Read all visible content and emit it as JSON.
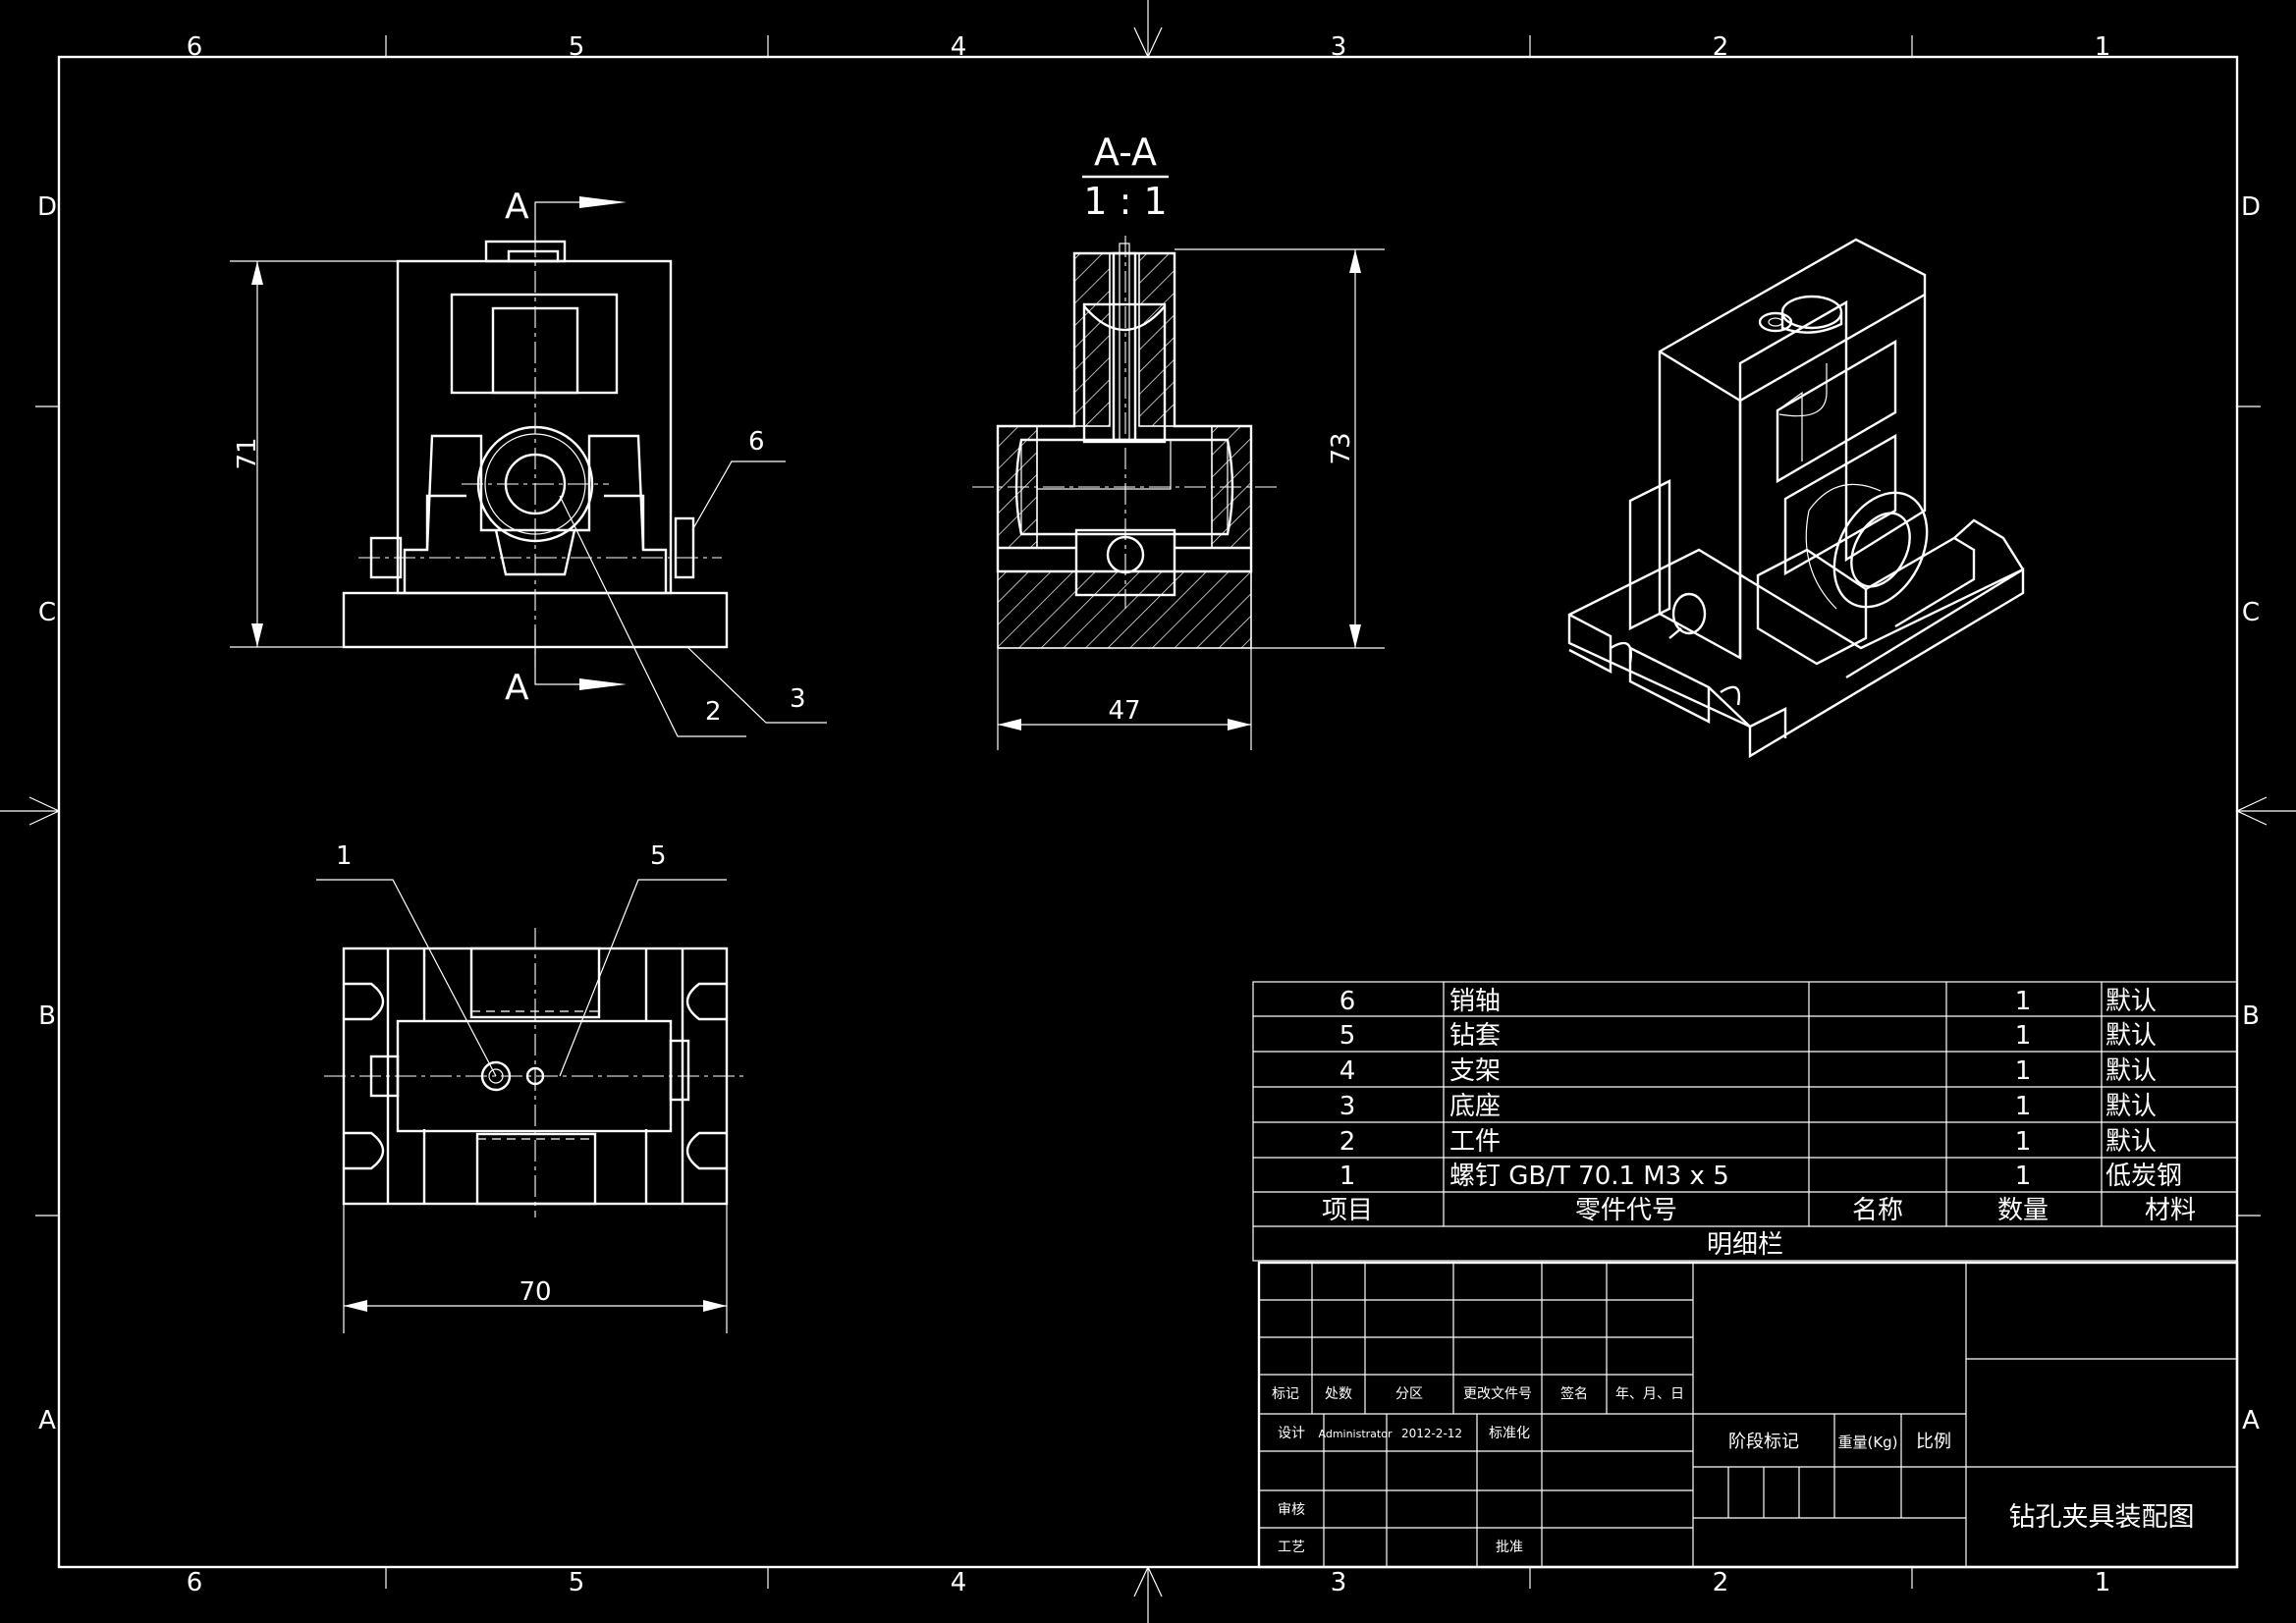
{
  "zones": {
    "columns": [
      "6",
      "5",
      "4",
      "3",
      "2",
      "1"
    ],
    "rows": [
      "D",
      "C",
      "B",
      "A"
    ]
  },
  "front_view": {
    "section_mark": "A",
    "dim_height": "71",
    "balloons": [
      "6",
      "2",
      "3"
    ]
  },
  "section_view": {
    "title": "A-A",
    "scale": "1 : 1",
    "dim_height": "73",
    "dim_width": "47"
  },
  "top_view": {
    "balloons": [
      "1",
      "5"
    ],
    "dim_width": "70"
  },
  "bom": {
    "rows": [
      {
        "item": "6",
        "code": "销轴",
        "name": "",
        "qty": "1",
        "material": "默认"
      },
      {
        "item": "5",
        "code": "钻套",
        "name": "",
        "qty": "1",
        "material": "默认"
      },
      {
        "item": "4",
        "code": "支架",
        "name": "",
        "qty": "1",
        "material": "默认"
      },
      {
        "item": "3",
        "code": "底座",
        "name": "",
        "qty": "1",
        "material": "默认"
      },
      {
        "item": "2",
        "code": "工件",
        "name": "",
        "qty": "1",
        "material": "默认"
      },
      {
        "item": "1",
        "code": "螺钉 GB/T 70.1 M3 x 5",
        "name": "",
        "qty": "1",
        "material": "低炭钢"
      }
    ],
    "headers": {
      "item": "项目",
      "code": "零件代号",
      "name": "名称",
      "qty": "数量",
      "material": "材料"
    },
    "caption": "明细栏"
  },
  "title_block": {
    "labels": {
      "mark": "标记",
      "count": "处数",
      "zone": "分区",
      "change_doc": "更改文件号",
      "signature": "签名",
      "date": "年、月、日",
      "design": "设计",
      "standardize": "标准化",
      "review": "审核",
      "process": "工艺",
      "approve": "批准",
      "stage": "阶段标记",
      "weight": "重量(Kg)",
      "scale": "比例"
    },
    "designer": "Administrator",
    "design_date": "2012-2-12",
    "drawing_title": "钻孔夹具装配图"
  }
}
